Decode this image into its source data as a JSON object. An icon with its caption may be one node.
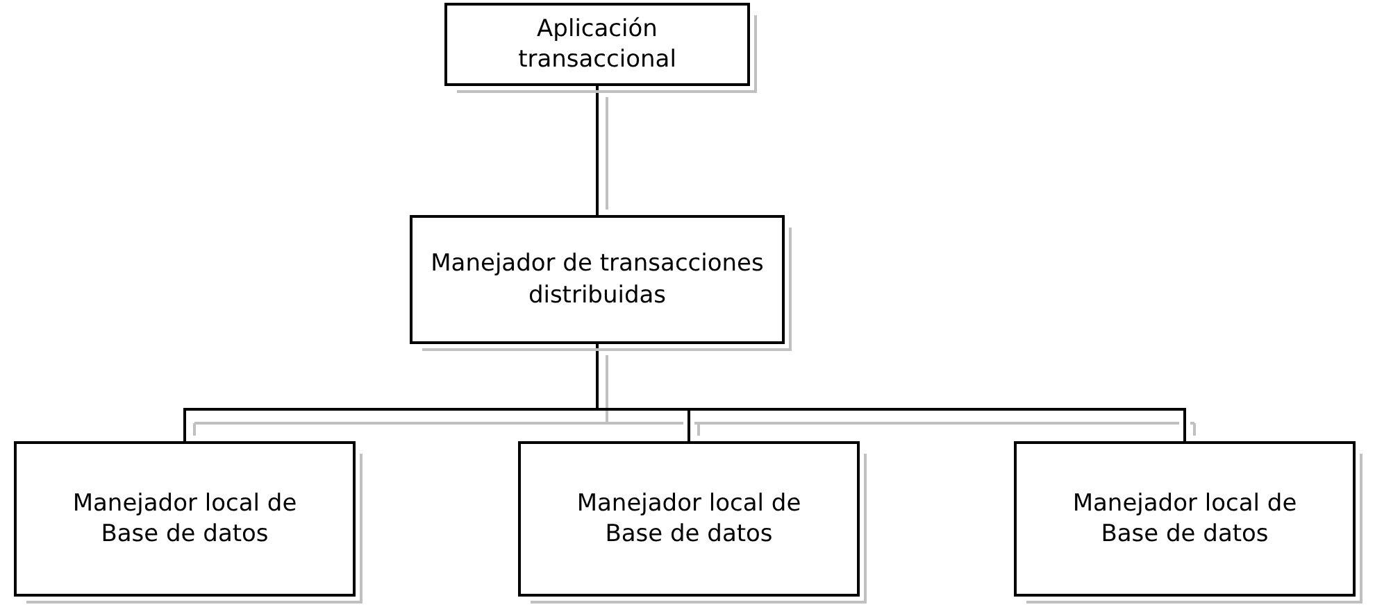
{
  "diagram": {
    "nodes": [
      {
        "text": [
          "Aplicación transaccional"
        ]
      },
      {
        "text": [
          "Manejador de transacciones distribuidas"
        ]
      },
      {
        "text": [
          "Manejador local de Base de datos"
        ]
      },
      {
        "text": [
          "Manejador local de Base de datos"
        ]
      },
      {
        "text": [
          "Manejador local de Base de datos"
        ]
      }
    ],
    "edges": [
      {
        "from": 0,
        "to": 1,
        "arrow": "none"
      },
      {
        "from": 1,
        "to": 2,
        "arrow": "none"
      },
      {
        "from": 1,
        "to": 3,
        "arrow": "none"
      },
      {
        "from": 1,
        "to": 4,
        "arrow": "none"
      }
    ]
  }
}
